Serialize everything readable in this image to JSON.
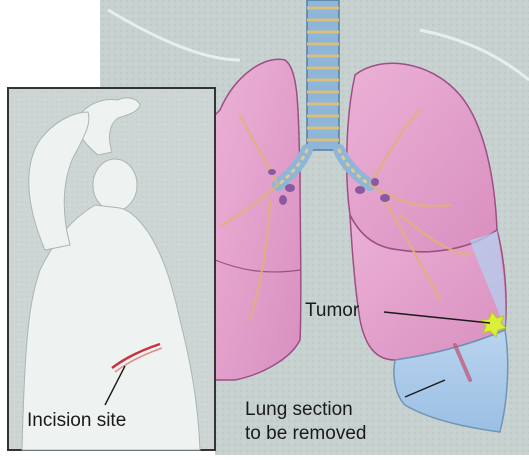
{
  "labels": {
    "tumor": "Tumor",
    "incision_site": "Incision site",
    "lung_section_line1": "Lung section",
    "lung_section_line2": "to be removed"
  },
  "colors": {
    "background_panel": "#c9d4d2",
    "lung_pink": "#e6a0cd",
    "lung_outline": "#9c4f82",
    "removed_section_blue": "#a9c9ea",
    "airway_blue": "#7aa9cf",
    "airway_rings": "#e3c98e",
    "tumor_yellow": "#d9ef3a",
    "incision_red": "#c8323c",
    "figure_white": "#eef2f1",
    "inset_border": "#333333"
  }
}
